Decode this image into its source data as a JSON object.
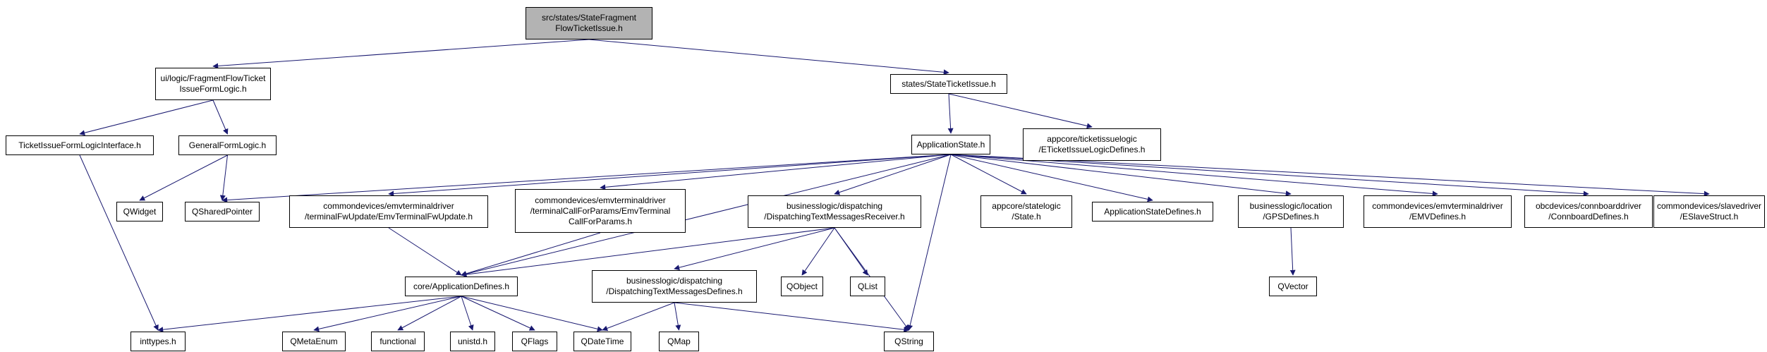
{
  "diagram": {
    "background_color": "#ffffff",
    "edge_color": "#191970",
    "node_border_color": "#000000",
    "node_fill_color": "#ffffff",
    "root_fill_color": "#b3b3b3",
    "nodes": [
      {
        "id": "root",
        "lines": [
          "src/states/StateFragment",
          "FlowTicketIssue.h"
        ]
      },
      {
        "id": "ui_logic",
        "lines": [
          "ui/logic/FragmentFlowTicket",
          "IssueFormLogic.h"
        ]
      },
      {
        "id": "states",
        "lines": [
          "states/StateTicketIssue.h"
        ]
      },
      {
        "id": "ticket_interface",
        "lines": [
          "TicketIssueFormLogicInterface.h"
        ]
      },
      {
        "id": "general_form",
        "lines": [
          "GeneralFormLogic.h"
        ]
      },
      {
        "id": "application_state",
        "lines": [
          "ApplicationState.h"
        ]
      },
      {
        "id": "eticket_defines",
        "lines": [
          "appcore/ticketissuelogic",
          "/ETicketIssueLogicDefines.h"
        ]
      },
      {
        "id": "qwidget",
        "lines": [
          "QWidget"
        ]
      },
      {
        "id": "qsharedpointer",
        "lines": [
          "QSharedPointer"
        ]
      },
      {
        "id": "emv_fw_update",
        "lines": [
          "commondevices/emvterminaldriver",
          "/terminalFwUpdate/EmvTerminalFwUpdate.h"
        ]
      },
      {
        "id": "emv_call_params",
        "lines": [
          "commondevices/emvterminaldriver",
          "/terminalCallForParams/EmvTerminal",
          "CallForParams.h"
        ]
      },
      {
        "id": "dispatching_receiver",
        "lines": [
          "businesslogic/dispatching",
          "/DispatchingTextMessagesReceiver.h"
        ]
      },
      {
        "id": "state_h",
        "lines": [
          "appcore/statelogic",
          "/State.h"
        ]
      },
      {
        "id": "app_state_defines",
        "lines": [
          "ApplicationStateDefines.h"
        ]
      },
      {
        "id": "gps_defines",
        "lines": [
          "businesslogic/location",
          "/GPSDefines.h"
        ]
      },
      {
        "id": "emv_defines",
        "lines": [
          "commondevices/emvterminaldriver",
          "/EMVDefines.h"
        ]
      },
      {
        "id": "connboard_defines",
        "lines": [
          "obcdevices/connboarddriver",
          "/ConnboardDefines.h"
        ]
      },
      {
        "id": "eslave_struct",
        "lines": [
          "commondevices/slavedriver",
          "/ESlaveStruct.h"
        ]
      },
      {
        "id": "core_app_defines",
        "lines": [
          "core/ApplicationDefines.h"
        ]
      },
      {
        "id": "dispatching_defines",
        "lines": [
          "businesslogic/dispatching",
          "/DispatchingTextMessagesDefines.h"
        ]
      },
      {
        "id": "qobject",
        "lines": [
          "QObject"
        ]
      },
      {
        "id": "qlist",
        "lines": [
          "QList"
        ]
      },
      {
        "id": "qvector",
        "lines": [
          "QVector"
        ]
      },
      {
        "id": "inttypes",
        "lines": [
          "inttypes.h"
        ]
      },
      {
        "id": "qmetaenum",
        "lines": [
          "QMetaEnum"
        ]
      },
      {
        "id": "functional",
        "lines": [
          "functional"
        ]
      },
      {
        "id": "unistd",
        "lines": [
          "unistd.h"
        ]
      },
      {
        "id": "qflags",
        "lines": [
          "QFlags"
        ]
      },
      {
        "id": "qdatetime",
        "lines": [
          "QDateTime"
        ]
      },
      {
        "id": "qmap",
        "lines": [
          "QMap"
        ]
      },
      {
        "id": "qstring",
        "lines": [
          "QString"
        ]
      }
    ],
    "edges": [
      {
        "from": "root",
        "to": "ui_logic"
      },
      {
        "from": "root",
        "to": "states"
      },
      {
        "from": "ui_logic",
        "to": "ticket_interface"
      },
      {
        "from": "ui_logic",
        "to": "general_form"
      },
      {
        "from": "states",
        "to": "application_state"
      },
      {
        "from": "states",
        "to": "eticket_defines"
      },
      {
        "from": "ticket_interface",
        "to": "inttypes"
      },
      {
        "from": "general_form",
        "to": "qwidget"
      },
      {
        "from": "general_form",
        "to": "qsharedpointer"
      },
      {
        "from": "application_state",
        "to": "qsharedpointer"
      },
      {
        "from": "application_state",
        "to": "emv_fw_update"
      },
      {
        "from": "application_state",
        "to": "emv_call_params"
      },
      {
        "from": "application_state",
        "to": "dispatching_receiver"
      },
      {
        "from": "application_state",
        "to": "state_h"
      },
      {
        "from": "application_state",
        "to": "app_state_defines"
      },
      {
        "from": "application_state",
        "to": "gps_defines"
      },
      {
        "from": "application_state",
        "to": "emv_defines"
      },
      {
        "from": "application_state",
        "to": "connboard_defines"
      },
      {
        "from": "application_state",
        "to": "eslave_struct"
      },
      {
        "from": "application_state",
        "to": "core_app_defines"
      },
      {
        "from": "application_state",
        "to": "qstring"
      },
      {
        "from": "emv_fw_update",
        "to": "core_app_defines"
      },
      {
        "from": "emv_call_params",
        "to": "core_app_defines"
      },
      {
        "from": "dispatching_receiver",
        "to": "core_app_defines"
      },
      {
        "from": "dispatching_receiver",
        "to": "dispatching_defines"
      },
      {
        "from": "dispatching_receiver",
        "to": "qobject"
      },
      {
        "from": "dispatching_receiver",
        "to": "qlist"
      },
      {
        "from": "dispatching_receiver",
        "to": "qstring"
      },
      {
        "from": "core_app_defines",
        "to": "inttypes"
      },
      {
        "from": "core_app_defines",
        "to": "qmetaenum"
      },
      {
        "from": "core_app_defines",
        "to": "functional"
      },
      {
        "from": "core_app_defines",
        "to": "unistd"
      },
      {
        "from": "core_app_defines",
        "to": "qflags"
      },
      {
        "from": "core_app_defines",
        "to": "qdatetime"
      },
      {
        "from": "dispatching_defines",
        "to": "qdatetime"
      },
      {
        "from": "dispatching_defines",
        "to": "qmap"
      },
      {
        "from": "dispatching_defines",
        "to": "qstring"
      },
      {
        "from": "gps_defines",
        "to": "qvector"
      }
    ]
  }
}
